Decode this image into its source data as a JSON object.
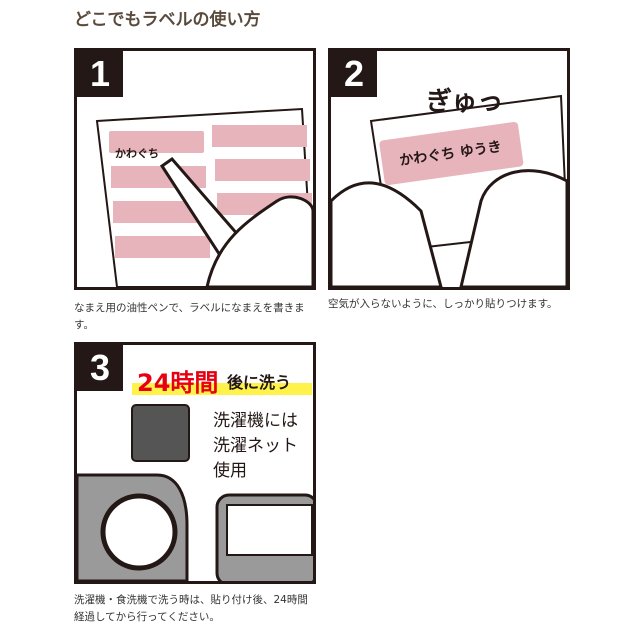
{
  "title": "どこでもラベルの使い方",
  "steps": [
    {
      "number": "1",
      "label_text": "かわぐち",
      "caption": "なまえ用の油性ペンで、ラベルになまえを書きます。"
    },
    {
      "number": "2",
      "sound": "ぎゅっ",
      "label_text": "かわぐち ゆうき",
      "caption": "空気が入らないように、しっかり貼りつけます。"
    },
    {
      "number": "3",
      "hours": "24時間",
      "after": "後に洗う",
      "net_line1": "洗濯機には",
      "net_line2": "洗濯ネット",
      "net_line3": "使用",
      "caption": "洗濯機・食洗機で洗う時は、貼り付け後、24時間経過してから行ってください。"
    }
  ],
  "colors": {
    "label_pink": "#e8b4bc",
    "accent_red": "#e60012",
    "highlight": "#fff24a"
  }
}
